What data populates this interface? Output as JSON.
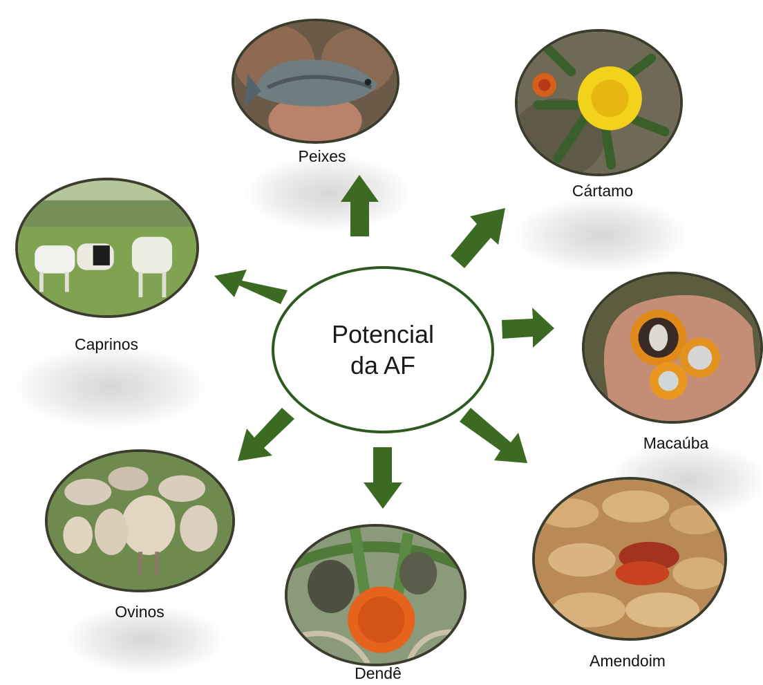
{
  "center": {
    "line1": "Potencial",
    "line2": "da AF"
  },
  "nodes": {
    "peixes": "Peixes",
    "cartamo": "Cártamo",
    "caprinos": "Caprinos",
    "macauba": "Macaúba",
    "ovinos": "Ovinos",
    "dende": "Dendê",
    "amendoim": "Amendoim"
  },
  "colors": {
    "arrow": "#3d6a23",
    "center_border": "#2f5a1f"
  }
}
